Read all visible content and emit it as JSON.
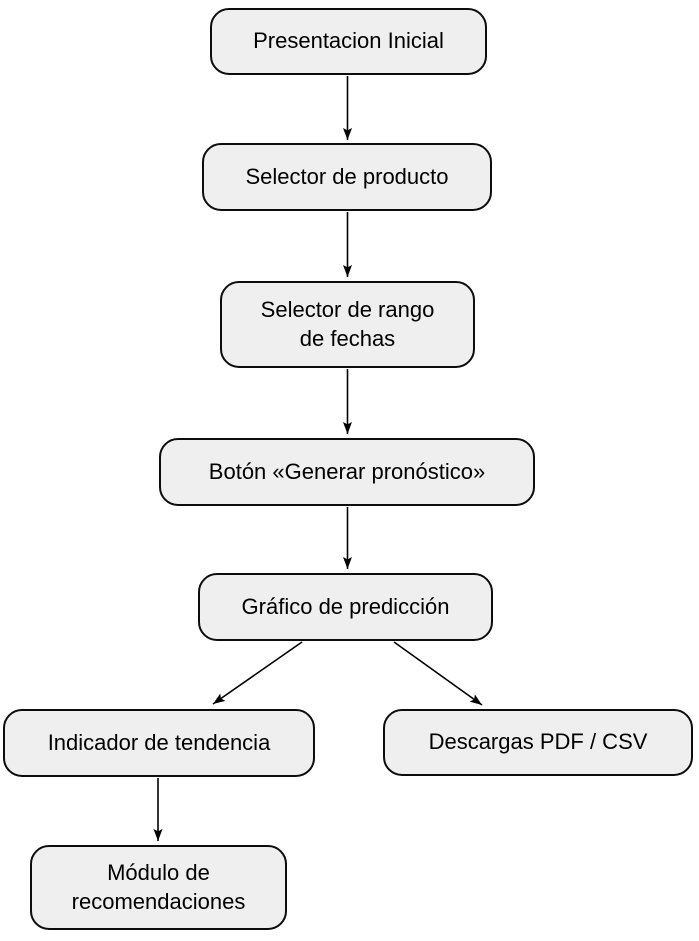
{
  "diagram": {
    "type": "flowchart",
    "direction": "top-down",
    "colors": {
      "background": "#ffffff",
      "node_fill": "#efefef",
      "node_border": "#0d0d0d",
      "text": "#000000",
      "arrow": "#000000"
    },
    "nodes": [
      {
        "id": "presentacion-inicial",
        "label": "Presentacion Inicial"
      },
      {
        "id": "selector-producto",
        "label": "Selector de producto"
      },
      {
        "id": "selector-rango-fechas",
        "label": "Selector de rango\nde fechas"
      },
      {
        "id": "boton-generar-pronostico",
        "label": "Botón «Generar pronóstico»"
      },
      {
        "id": "grafico-prediccion",
        "label": "Gráfico de predicción"
      },
      {
        "id": "indicador-tendencia",
        "label": "Indicador de tendencia"
      },
      {
        "id": "descargas-pdf-csv",
        "label": "Descargas PDF / CSV"
      },
      {
        "id": "modulo-recomendaciones",
        "label": "Módulo de\nrecomendaciones"
      }
    ],
    "edges": [
      {
        "from": "presentacion-inicial",
        "to": "selector-producto"
      },
      {
        "from": "selector-producto",
        "to": "selector-rango-fechas"
      },
      {
        "from": "selector-rango-fechas",
        "to": "boton-generar-pronostico"
      },
      {
        "from": "boton-generar-pronostico",
        "to": "grafico-prediccion"
      },
      {
        "from": "grafico-prediccion",
        "to": "indicador-tendencia"
      },
      {
        "from": "grafico-prediccion",
        "to": "descargas-pdf-csv"
      },
      {
        "from": "indicador-tendencia",
        "to": "modulo-recomendaciones"
      }
    ]
  }
}
